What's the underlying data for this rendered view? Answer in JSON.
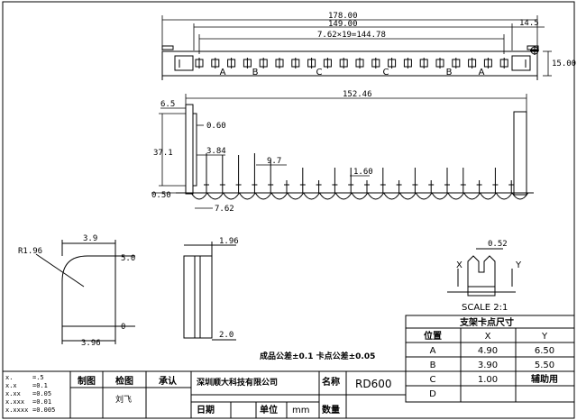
{
  "top_view": {
    "dims": {
      "overall": "178.00",
      "inner": "149.00",
      "pitch": "7.62×19=144.78",
      "edge": "14.5",
      "height": "15.00"
    },
    "pin_labels": [
      "A",
      "B",
      "C",
      "C",
      "B",
      "A"
    ]
  },
  "side_view": {
    "dims": {
      "length": "152.46",
      "d1": "6.5",
      "d2": "0.60",
      "d3": "37.1",
      "d4": "3.84",
      "d5": "9.7",
      "d6": "1.60",
      "d7": "0.50",
      "d8": "7.62"
    }
  },
  "detail_left": {
    "dims": {
      "radius": "R1.96",
      "top": "3.9",
      "right": "5.0",
      "bottom": "3.96",
      "zero": "0"
    }
  },
  "detail_mid": {
    "dims": {
      "top": "1.96",
      "bottom": "2.0"
    }
  },
  "detail_right": {
    "dims": {
      "top": "0.52",
      "x": "X",
      "y": "Y"
    },
    "scale": "SCALE 2:1"
  },
  "note": "成品公差±0.1 卡点公差±0.05",
  "spec_table": {
    "title": "支架卡点尺寸",
    "headers": [
      "位置",
      "X",
      "Y"
    ],
    "rows": [
      [
        "A",
        "4.90",
        "6.50"
      ],
      [
        "B",
        "3.90",
        "5.50"
      ],
      [
        "C",
        "1.00",
        "辅助用"
      ],
      [
        "D",
        "",
        ""
      ]
    ]
  },
  "title_block": {
    "tolerances": [
      [
        "x.",
        "=.5"
      ],
      [
        "x.x",
        "=0.1"
      ],
      [
        "x.xx",
        "=0.05"
      ],
      [
        "x.xxx",
        "=0.01"
      ],
      [
        "x.xxxx",
        "=0.005"
      ]
    ],
    "drawn": "制图",
    "checked": "检图",
    "approved": "承认",
    "company": "深圳顺大科技有限公司",
    "name_label": "名称",
    "name_value": "RD600",
    "date_label": "日期",
    "unit_label": "单位",
    "unit_value": "mm",
    "qty_label": "数量",
    "drafter": "刘飞"
  }
}
